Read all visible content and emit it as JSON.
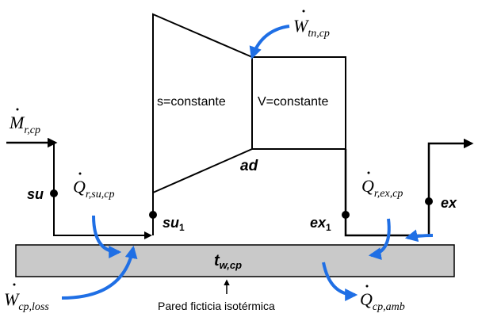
{
  "diagram": {
    "zone_isentropic": "s=constante",
    "zone_isochoric": "V=constante",
    "point_ad": "ad",
    "point_su": "su",
    "point_su1": "su",
    "point_su1_sub": "1",
    "point_ex1": "ex",
    "point_ex1_sub": "1",
    "point_ex": "ex",
    "wall_label": "Pared ficticia isotérmica",
    "wall_temp_main": "t",
    "wall_temp_sub": "w,cp",
    "mass_flow_main": "M",
    "mass_flow_sub": "r,cp",
    "work_internal_main": "W",
    "work_internal_sub": "tn,cp",
    "heat_su_main": "Q",
    "heat_su_sub": "r,su,cp",
    "heat_ex_main": "Q",
    "heat_ex_sub": "r,ex,cp",
    "work_loss_main": "W",
    "work_loss_sub": "cp,loss",
    "heat_amb_main": "Q",
    "heat_amb_sub": "cp,amb",
    "colors": {
      "line": "#000000",
      "arrow_blue": "#1f6fe5",
      "wall_fill": "#c9c9c9"
    }
  }
}
